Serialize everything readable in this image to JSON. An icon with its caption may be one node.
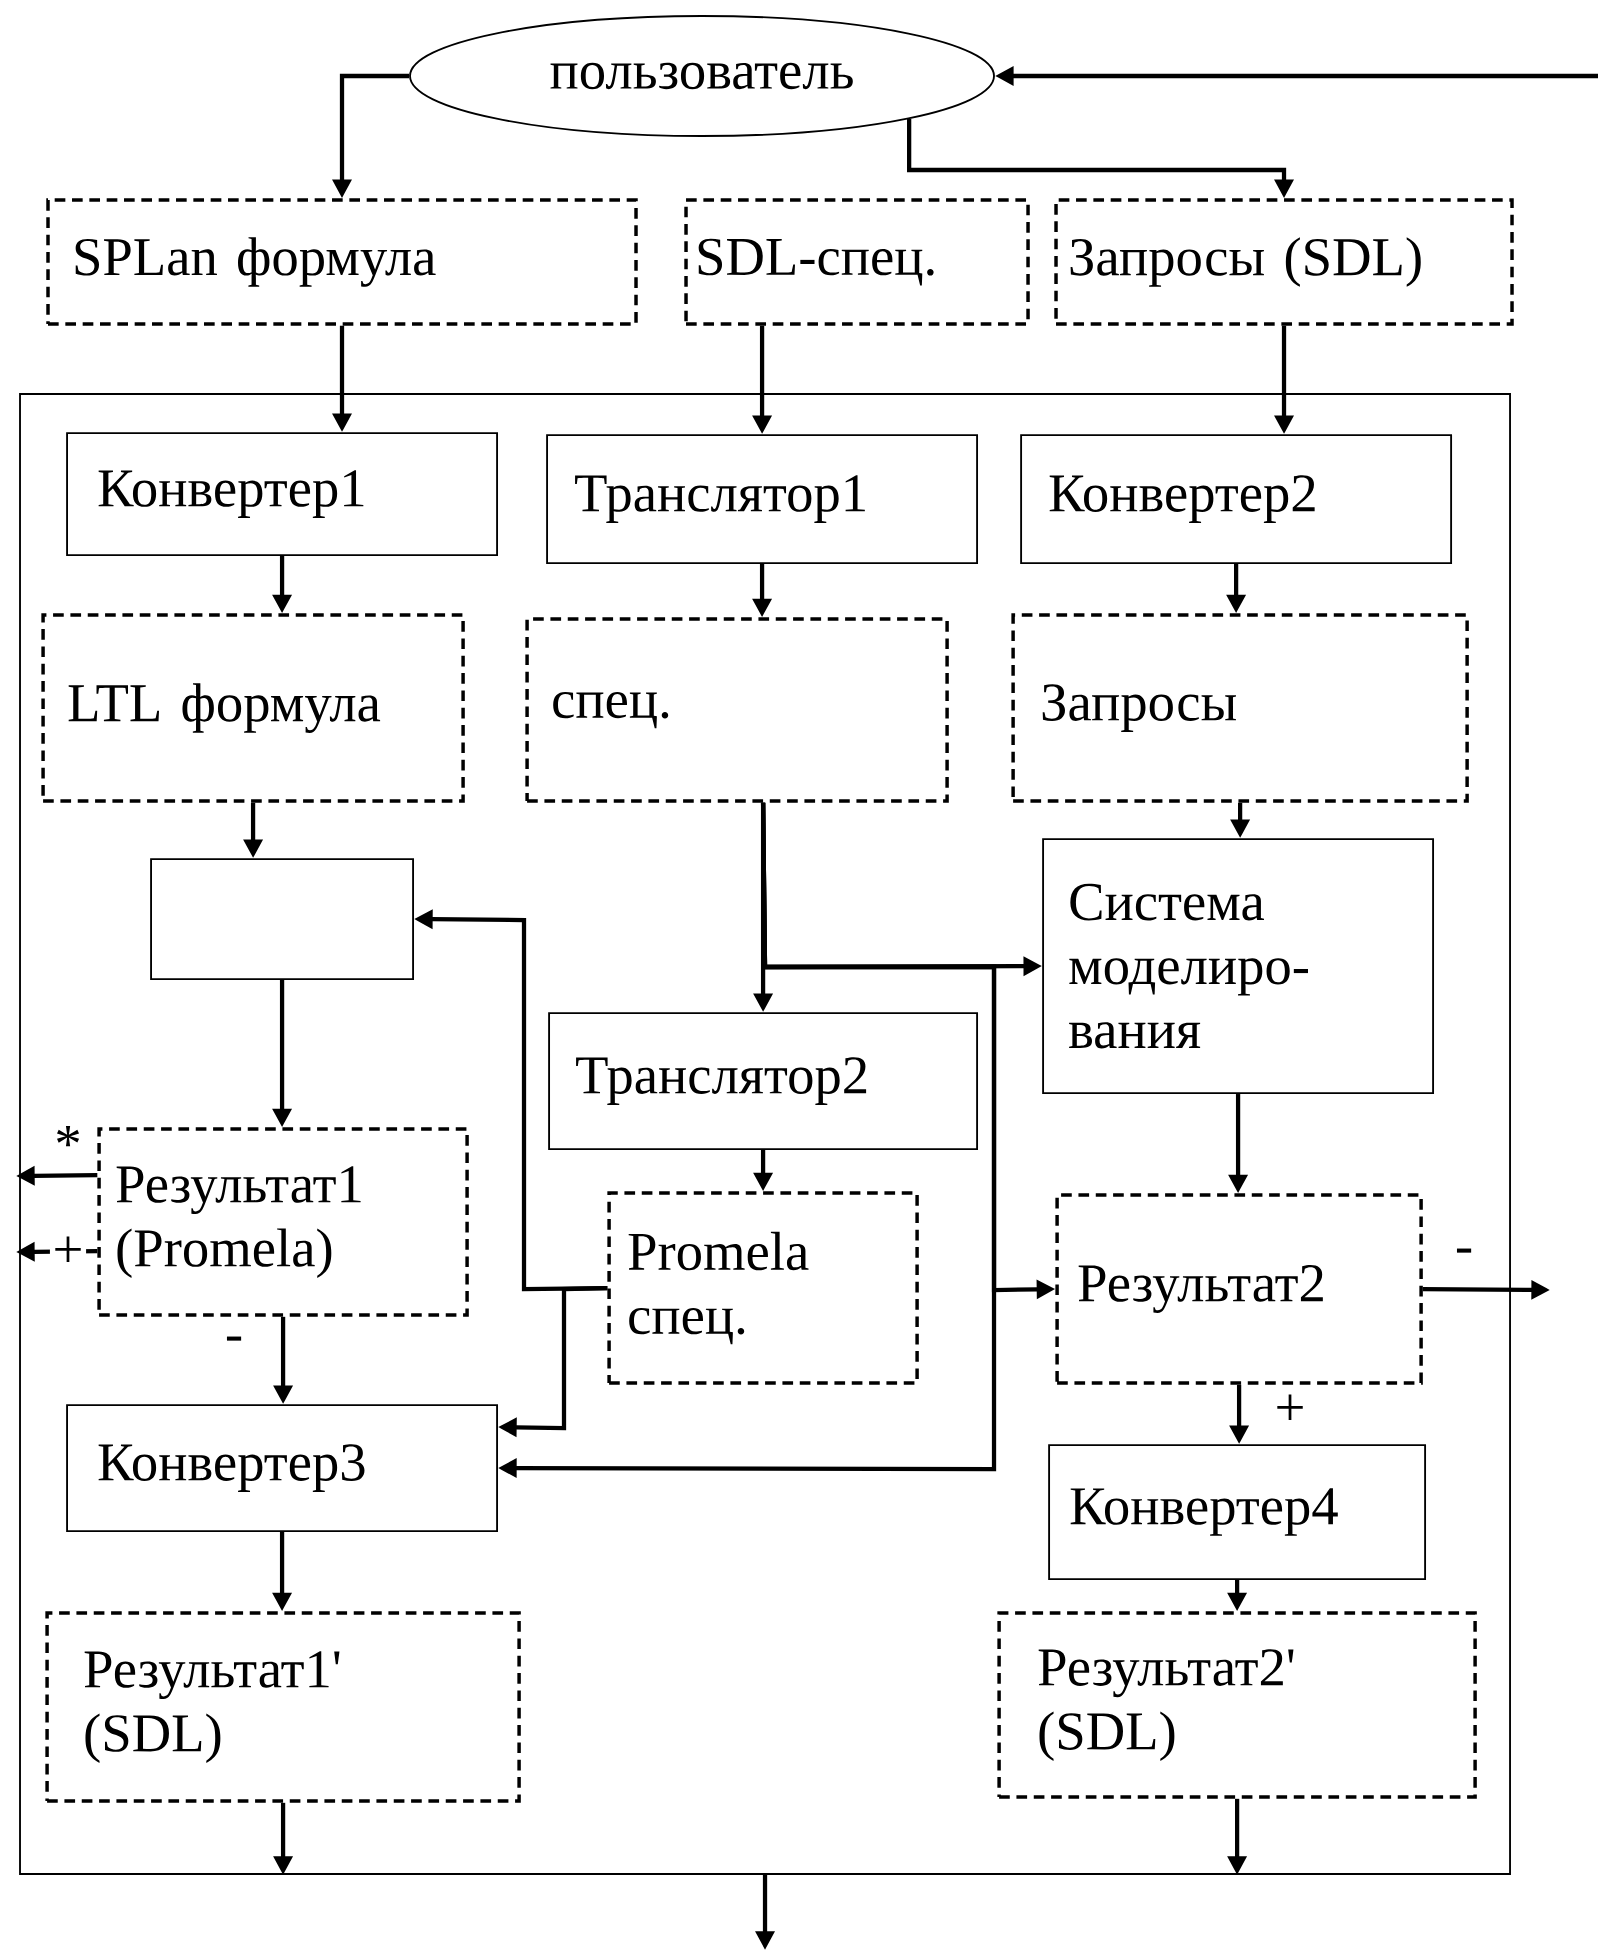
{
  "diagram": {
    "nodes": [
      {
        "text": [
          "пользователь"
        ]
      },
      {
        "text": [
          "SPLan формула"
        ]
      },
      {
        "text": [
          "SDL-спец."
        ]
      },
      {
        "text": [
          "Запросы (SDL)"
        ]
      },
      {
        "text": [],
        "shape": "box"
      },
      {
        "text": [
          "Конвертер1"
        ],
        "in": 4
      },
      {
        "text": [
          "Транслятор1"
        ],
        "in": 4
      },
      {
        "text": [
          "Конвертер2"
        ],
        "in": 4
      },
      {
        "text": [
          "LTL формула"
        ],
        "in": 4
      },
      {
        "text": [
          "спец."
        ],
        "in": 4
      },
      {
        "text": [
          "Запросы"
        ],
        "in": 4
      },
      {
        "text": [],
        "shape": "box",
        "in": 4
      },
      {
        "text": [
          "Система моделиро- вания"
        ],
        "in": 4
      },
      {
        "text": [
          "Транслятор2"
        ],
        "in": 4
      },
      {
        "text": [
          "Результат1 (Promela)"
        ],
        "in": 4
      },
      {
        "text": [
          "Promela спец."
        ],
        "in": 4
      },
      {
        "text": [
          "Результат2"
        ],
        "in": 4
      },
      {
        "text": [
          "Конвертер3"
        ],
        "in": 4
      },
      {
        "text": [
          "Конвертер4"
        ],
        "in": 4
      },
      {
        "text": [
          "Результат1' (SDL)"
        ],
        "in": 4
      },
      {
        "text": [
          "Результат2' (SDL)"
        ],
        "in": 4
      }
    ],
    "edges": [
      {
        "from": 0,
        "to": 1,
        "arrow": "to"
      },
      {
        "from": 0,
        "to": 3,
        "arrow": "to"
      },
      {
        "from": 1,
        "to": 5,
        "arrow": "to"
      },
      {
        "from": 2,
        "to": 6,
        "arrow": "to"
      },
      {
        "from": 3,
        "to": 7,
        "arrow": "to"
      },
      {
        "from": 5,
        "to": 8,
        "arrow": "to"
      },
      {
        "from": 6,
        "to": 9,
        "arrow": "to"
      },
      {
        "from": 7,
        "to": 10,
        "arrow": "to"
      },
      {
        "from": 8,
        "to": 11,
        "arrow": "to"
      },
      {
        "from": 9,
        "to": 13,
        "arrow": "to"
      },
      {
        "from": 9,
        "to": 12,
        "arrow": "to"
      },
      {
        "from": 9,
        "to": 16,
        "arrow": "to"
      },
      {
        "from": 9,
        "to": 17,
        "arrow": "to"
      },
      {
        "from": 13,
        "to": 15,
        "arrow": "to"
      },
      {
        "from": 15,
        "to": 11,
        "arrow": "to"
      },
      {
        "from": 15,
        "to": 17,
        "arrow": "to"
      },
      {
        "from": 11,
        "to": 14,
        "arrow": "to"
      },
      {
        "from": 14,
        "to": 17,
        "arrow": "to",
        "label": "-"
      },
      {
        "from": 14,
        "to": null,
        "arrow": "to",
        "label": "*"
      },
      {
        "from": 14,
        "to": null,
        "arrow": "to",
        "label": "+"
      },
      {
        "from": 10,
        "to": 12,
        "arrow": "to"
      },
      {
        "from": 12,
        "to": 16,
        "arrow": "to"
      },
      {
        "from": 16,
        "to": 18,
        "arrow": "to",
        "label": "+"
      },
      {
        "from": 16,
        "to": null,
        "arrow": "to",
        "label": "-"
      },
      {
        "from": 17,
        "to": 19,
        "arrow": "to"
      },
      {
        "from": 18,
        "to": 20,
        "arrow": "to"
      },
      {
        "from": 19,
        "to": 4,
        "arrow": "to"
      },
      {
        "from": 20,
        "to": 4,
        "arrow": "to"
      },
      {
        "from": 4,
        "to": null,
        "arrow": "to"
      },
      {
        "from": null,
        "to": 0,
        "arrow": "to"
      }
    ]
  }
}
